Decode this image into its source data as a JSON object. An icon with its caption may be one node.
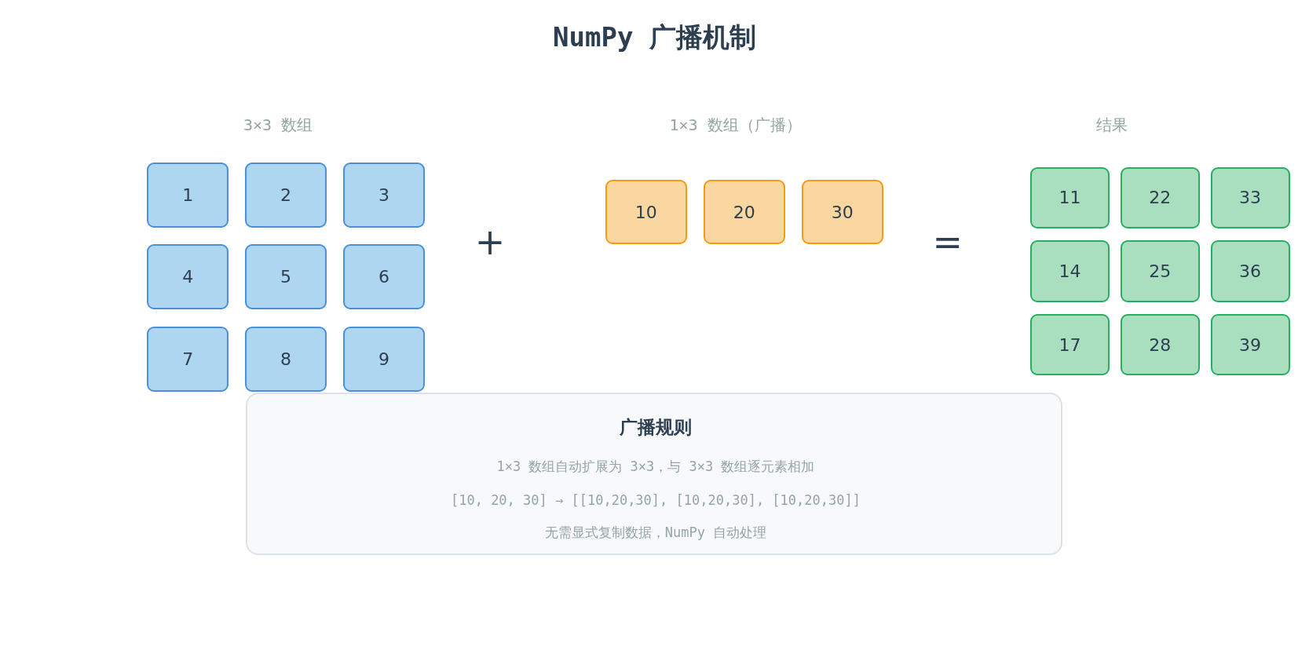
{
  "diagram": {
    "title": "NumPy 广播机制",
    "nodes": [
      {
        "text": [
          "1"
        ]
      },
      {
        "text": [
          "2"
        ]
      },
      {
        "text": [
          "3"
        ]
      },
      {
        "text": [
          "4"
        ]
      },
      {
        "text": [
          "5"
        ]
      },
      {
        "text": [
          "6"
        ]
      },
      {
        "text": [
          "7"
        ]
      },
      {
        "text": [
          "8"
        ]
      },
      {
        "text": [
          "9"
        ]
      },
      {
        "text": [
          "10"
        ]
      },
      {
        "text": [
          "20"
        ]
      },
      {
        "text": [
          "30"
        ]
      },
      {
        "text": [
          "11"
        ]
      },
      {
        "text": [
          "22"
        ]
      },
      {
        "text": [
          "33"
        ]
      },
      {
        "text": [
          "14"
        ]
      },
      {
        "text": [
          "25"
        ]
      },
      {
        "text": [
          "36"
        ]
      },
      {
        "text": [
          "17"
        ]
      },
      {
        "text": [
          "28"
        ]
      },
      {
        "text": [
          "39"
        ]
      },
      {
        "text": [
          "广播规则",
          "1×3 数组自动扩展为 3×3，与 3×3 数组逐元素相加",
          "[10, 20, 30] → [[10,20,30], [10,20,30], [10,20,30]]",
          "无需显式复制数据，NumPy 自动处理"
        ]
      }
    ],
    "edges": [],
    "labels": [
      "3×3 数组",
      "1×3 数组（广播）",
      "结果",
      "+",
      "="
    ]
  }
}
